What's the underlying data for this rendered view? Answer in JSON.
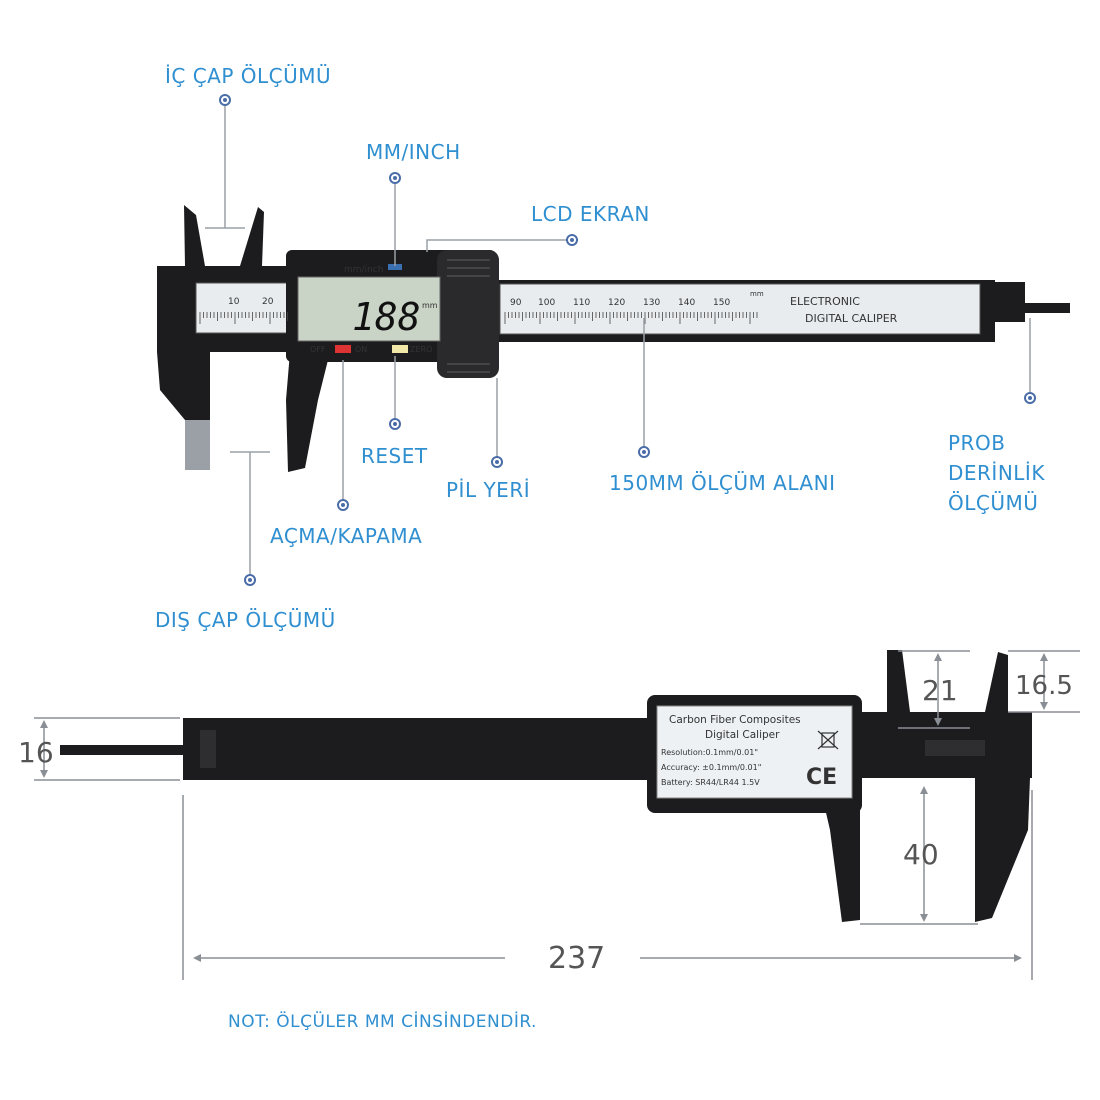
{
  "colors": {
    "accent": "#2f8fd0",
    "body": "#1c1c1e",
    "scale": "#e8ecef",
    "lcd": "#c9d3c6"
  },
  "labels": {
    "ic_cap": "İÇ ÇAP ÖLÇÜMÜ",
    "mm_inch": "MM/INCH",
    "lcd_ekran": "LCD EKRAN",
    "reset": "RESET",
    "pil_yeri": "PİL YERİ",
    "olcum_alani": "150MM ÖLÇÜM ALANI",
    "prob": "PROB DERİNLİK ÖLÇÜMÜ",
    "acma_kapama": "AÇMA/KAPAMA",
    "dis_cap": "DIŞ ÇAP ÖLÇÜMÜ",
    "note": "NOT: ÖLÇÜLER MM CİNSİNDENDİR."
  },
  "device_top": {
    "display": "188",
    "unit": "mm",
    "head_label": "mm/inch",
    "off": "OFF",
    "on": "ON",
    "zero": "ZERO",
    "scale_left": [
      "10",
      "20"
    ],
    "scale_right": [
      "90",
      "100",
      "110",
      "120",
      "130",
      "140",
      "150"
    ],
    "scale_extra": "mm",
    "brand_line1": "ELECTRONIC",
    "brand_line2": "DIGITAL CALIPER"
  },
  "device_back": {
    "line1": "Carbon Fiber Composites",
    "line2": "Digital Caliper",
    "line3": "Resolution:0.1mm/0.01\"",
    "line4": "Accuracy: ±0.1mm/0.01\"",
    "line5": "Battery: SR44/LR44 1.5V",
    "ce": "CE"
  },
  "dimensions": {
    "d16": "16",
    "d21": "21",
    "d165": "16.5",
    "d40": "40",
    "d237": "237"
  }
}
